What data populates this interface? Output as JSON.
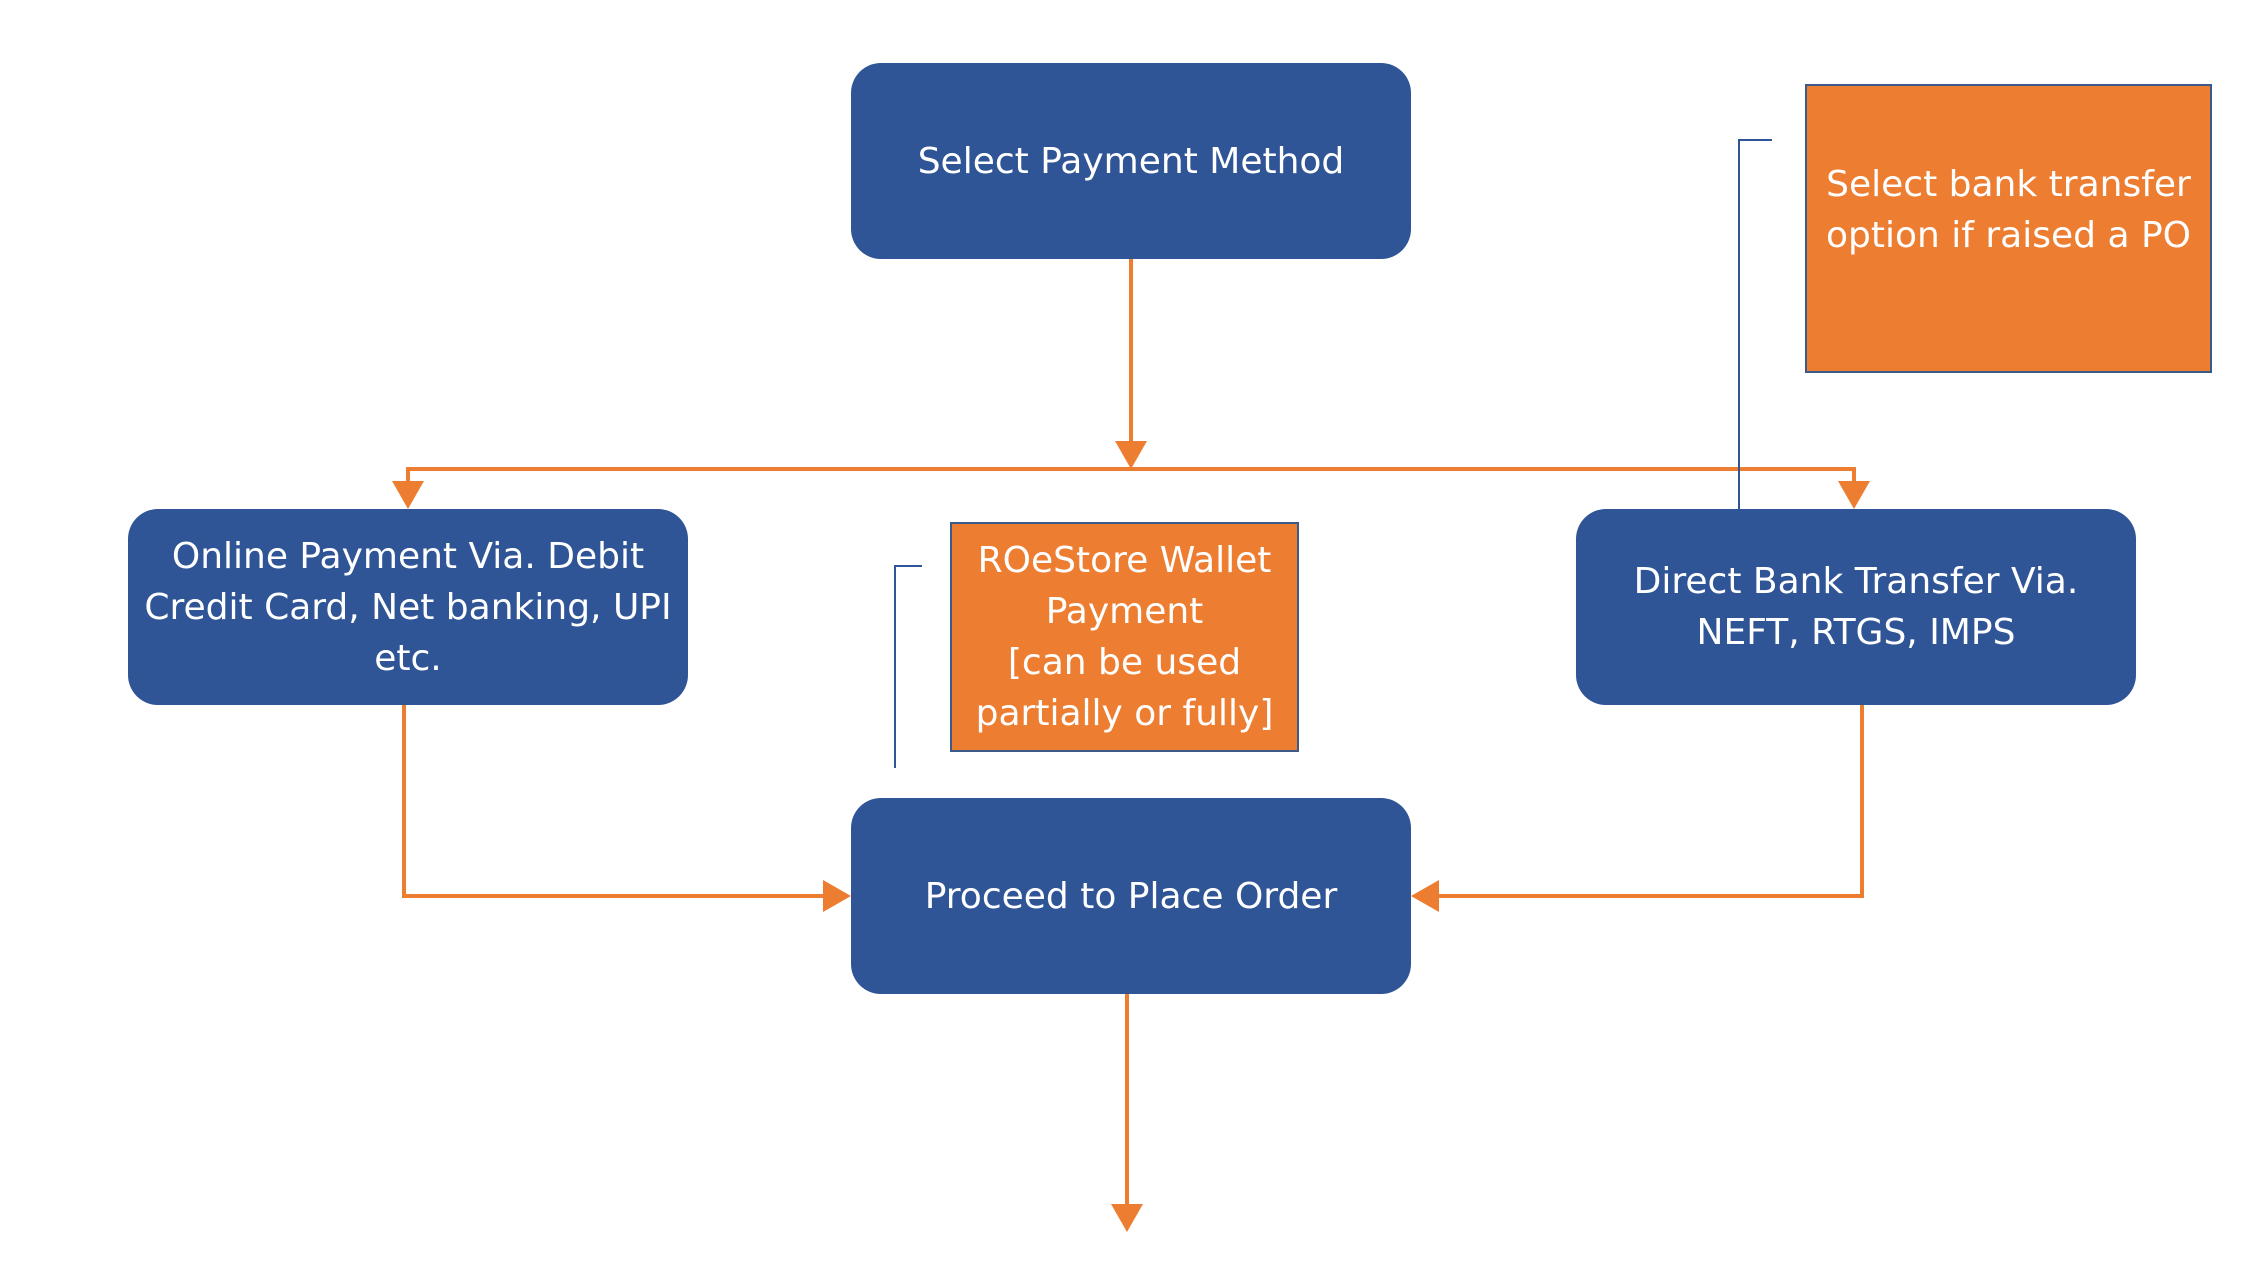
{
  "diagram": {
    "nodes": {
      "select_payment": {
        "label": "Select Payment Method"
      },
      "online_payment": {
        "label": "Online Payment Via. Debit\nCredit Card, Net banking, UPI\netc."
      },
      "wallet_payment": {
        "label": "ROeStore Wallet\nPayment\n[can be used\npartially or fully]"
      },
      "bank_transfer": {
        "label": "Direct Bank Transfer Via.\nNEFT, RTGS, IMPS"
      },
      "place_order": {
        "label": "Proceed to Place Order"
      },
      "po_note": {
        "label": "Select bank transfer\noption if raised a PO"
      }
    },
    "edges": [
      {
        "from": "select_payment",
        "to": "online_payment"
      },
      {
        "from": "select_payment",
        "to": "bank_transfer"
      },
      {
        "from": "online_payment",
        "to": "place_order"
      },
      {
        "from": "bank_transfer",
        "to": "place_order"
      },
      {
        "from": "place_order",
        "to": "next_step"
      }
    ],
    "colors": {
      "process_fill": "#2f5597",
      "note_fill": "#ed7d31",
      "connector": "#ed7d31",
      "callout_line": "#2f5597"
    }
  }
}
